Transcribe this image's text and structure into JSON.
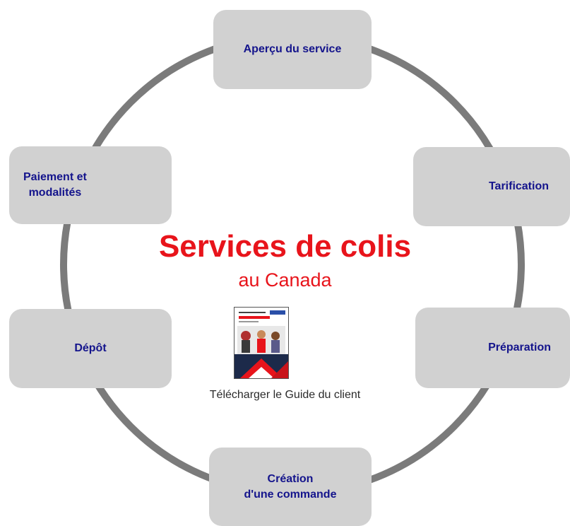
{
  "center": {
    "title": "Services de colis",
    "subtitle": "au Canada",
    "guide_link": "Télécharger le Guide du client"
  },
  "nodes": {
    "apercu": "Aperçu du service",
    "tarification": "Tarification",
    "preparation": "Préparation",
    "creation": "Création\nd'une commande",
    "depot": "Dépôt",
    "paiement": "Paiement et\nmodalités"
  },
  "colors": {
    "title_red": "#e8141b",
    "node_label": "#14148c",
    "node_fill": "#d1d1d1",
    "ring": "#7b7b7b"
  }
}
